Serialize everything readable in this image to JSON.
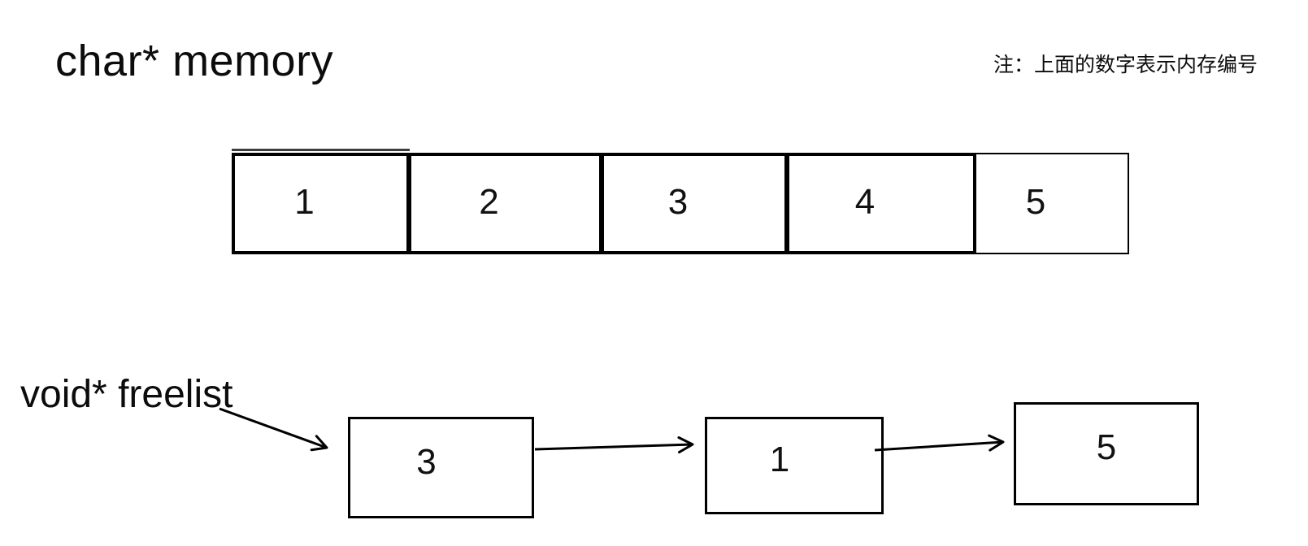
{
  "header": {
    "title": "char* memory",
    "note": "注：上面的数字表示内存编号"
  },
  "memory": {
    "cells": [
      {
        "label": "1"
      },
      {
        "label": "2"
      },
      {
        "label": "3"
      },
      {
        "label": "4"
      },
      {
        "label": "5"
      }
    ]
  },
  "freelist": {
    "label": "void* freelist",
    "nodes": [
      {
        "label": "3"
      },
      {
        "label": "1"
      },
      {
        "label": "5"
      }
    ]
  },
  "colors": {
    "ink": "#000000",
    "background": "#ffffff"
  }
}
